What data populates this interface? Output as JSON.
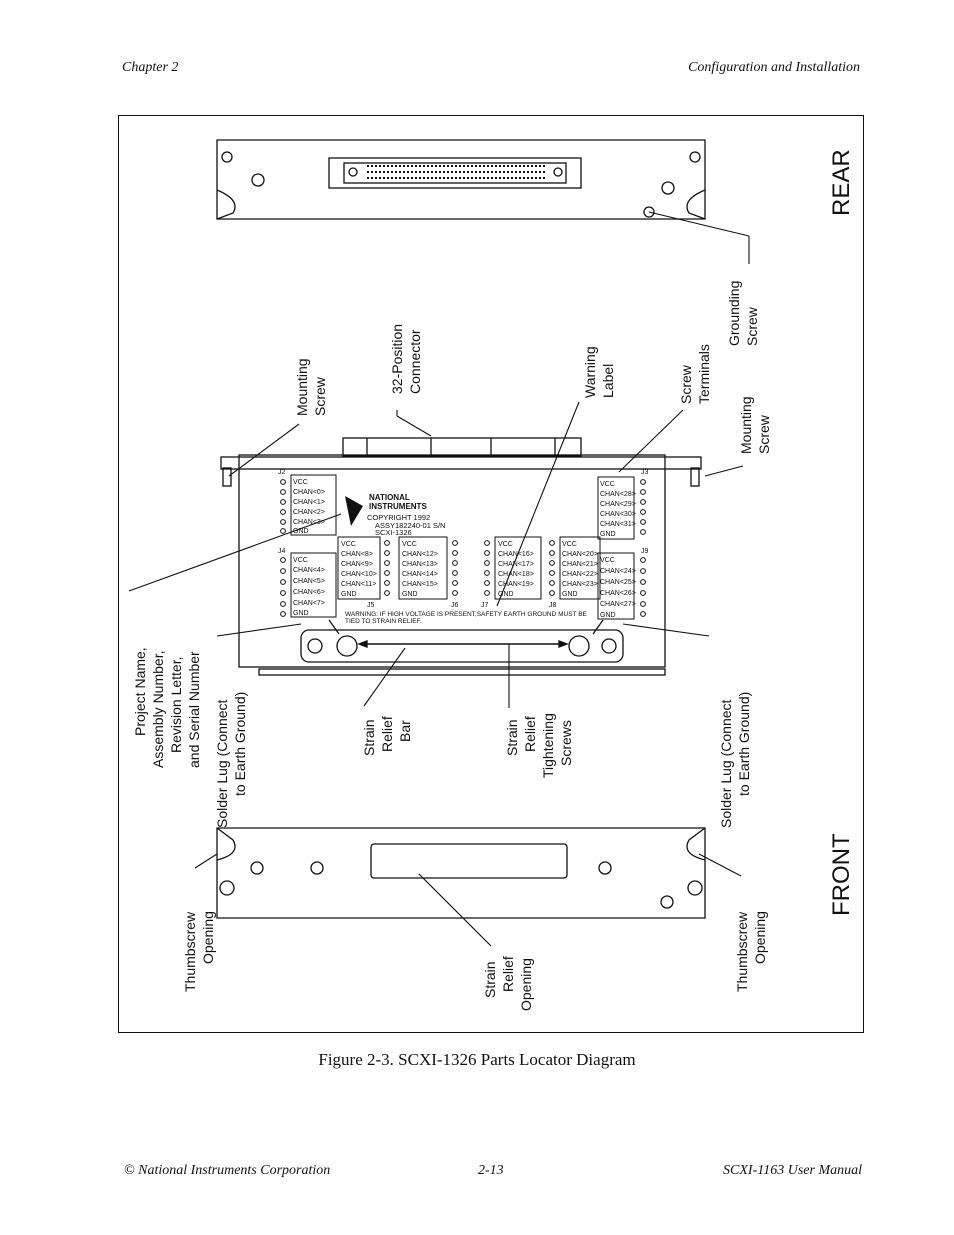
{
  "header": {
    "chapter": "Chapter 2",
    "section": "Configuration and Installation"
  },
  "figure": {
    "caption": "Figure 2-3.  SCXI-1326 Parts Locator Diagram",
    "side_labels": {
      "rear": "REAR",
      "front": "FRONT"
    },
    "callouts": {
      "mounting_screw_left": [
        "Mounting",
        "Screw"
      ],
      "connector_32": [
        "32-Position",
        "Connector"
      ],
      "warning_label": [
        "Warning",
        "Label"
      ],
      "screw_terminals": [
        "Screw",
        "Terminals"
      ],
      "grounding_screw": [
        "Grounding",
        "Screw"
      ],
      "mounting_screw_right": [
        "Mounting",
        "Screw"
      ],
      "project_name": [
        "Project Name,",
        "Assembly Number,",
        "Revision Letter,",
        "and Serial Number"
      ],
      "solder_lug_left": [
        "Solder Lug (Connect",
        "to Earth Ground)"
      ],
      "strain_relief_bar": [
        "Strain",
        "Relief",
        "Bar"
      ],
      "strain_relief_screws": [
        "Strain",
        "Relief",
        "Tightening",
        "Screws"
      ],
      "solder_lug_right": [
        "Solder Lug (Connect",
        "to Earth Ground)"
      ],
      "thumbscrew_left": [
        "Thumbscrew",
        "Opening"
      ],
      "strain_relief_opening": [
        "Strain",
        "Relief",
        "Opening"
      ],
      "thumbscrew_right": [
        "Thumbscrew",
        "Opening"
      ]
    },
    "board": {
      "connectors": [
        "J2",
        "J3",
        "J4",
        "J5",
        "J6",
        "J7",
        "J8",
        "J9"
      ],
      "j3_top": "J3",
      "logo_lines": [
        "NATIONAL",
        "INSTRUMENTS"
      ],
      "copyright_lines": [
        "COPYRIGHT 1992",
        "ASSY182240-01 S/N",
        "SCXI-1326"
      ],
      "warning_text": [
        "WARNING: IF HIGH VOLTAGE IS PRESENT,SAFETY EARTH GROUND MUST BE",
        "TIED TO STRAIN RELIEF."
      ],
      "j2_labels": [
        "VCC",
        "CHAN<0>",
        "CHAN<1>",
        "CHAN<2>",
        "CHAN<3>",
        "GND"
      ],
      "j4_labels": [
        "VCC",
        "CHAN<4>",
        "CHAN<5>",
        "CHAN<6>",
        "CHAN<7>",
        "GND"
      ],
      "j5_labels": [
        "VCC",
        "CHAN<8>",
        "CHAN<9>",
        "CHAN<10>",
        "CHAN<11>",
        "GND"
      ],
      "j6_labels": [
        "VCC",
        "CHAN<12>",
        "CHAN<13>",
        "CHAN<14>",
        "CHAN<15>",
        "GND"
      ],
      "j7_labels": [
        "VCC",
        "CHAN<16>",
        "CHAN<17>",
        "CHAN<18>",
        "CHAN<19>",
        "GND"
      ],
      "j8_labels": [
        "VCC",
        "CHAN<20>",
        "CHAN<21>",
        "CHAN<22>",
        "CHAN<23>",
        "GND"
      ],
      "j9_labels": [
        "VCC",
        "CHAN<24>",
        "CHAN<25>",
        "CHAN<26>",
        "CHAN<27>",
        "GND"
      ],
      "j3_labels": [
        "VCC",
        "CHAN<28>",
        "CHAN<29>",
        "CHAN<30>",
        "CHAN<31>",
        "GND"
      ]
    }
  },
  "footer": {
    "left": "© National Instruments Corporation",
    "center": "2-13",
    "right": "SCXI-1163 User Manual"
  }
}
